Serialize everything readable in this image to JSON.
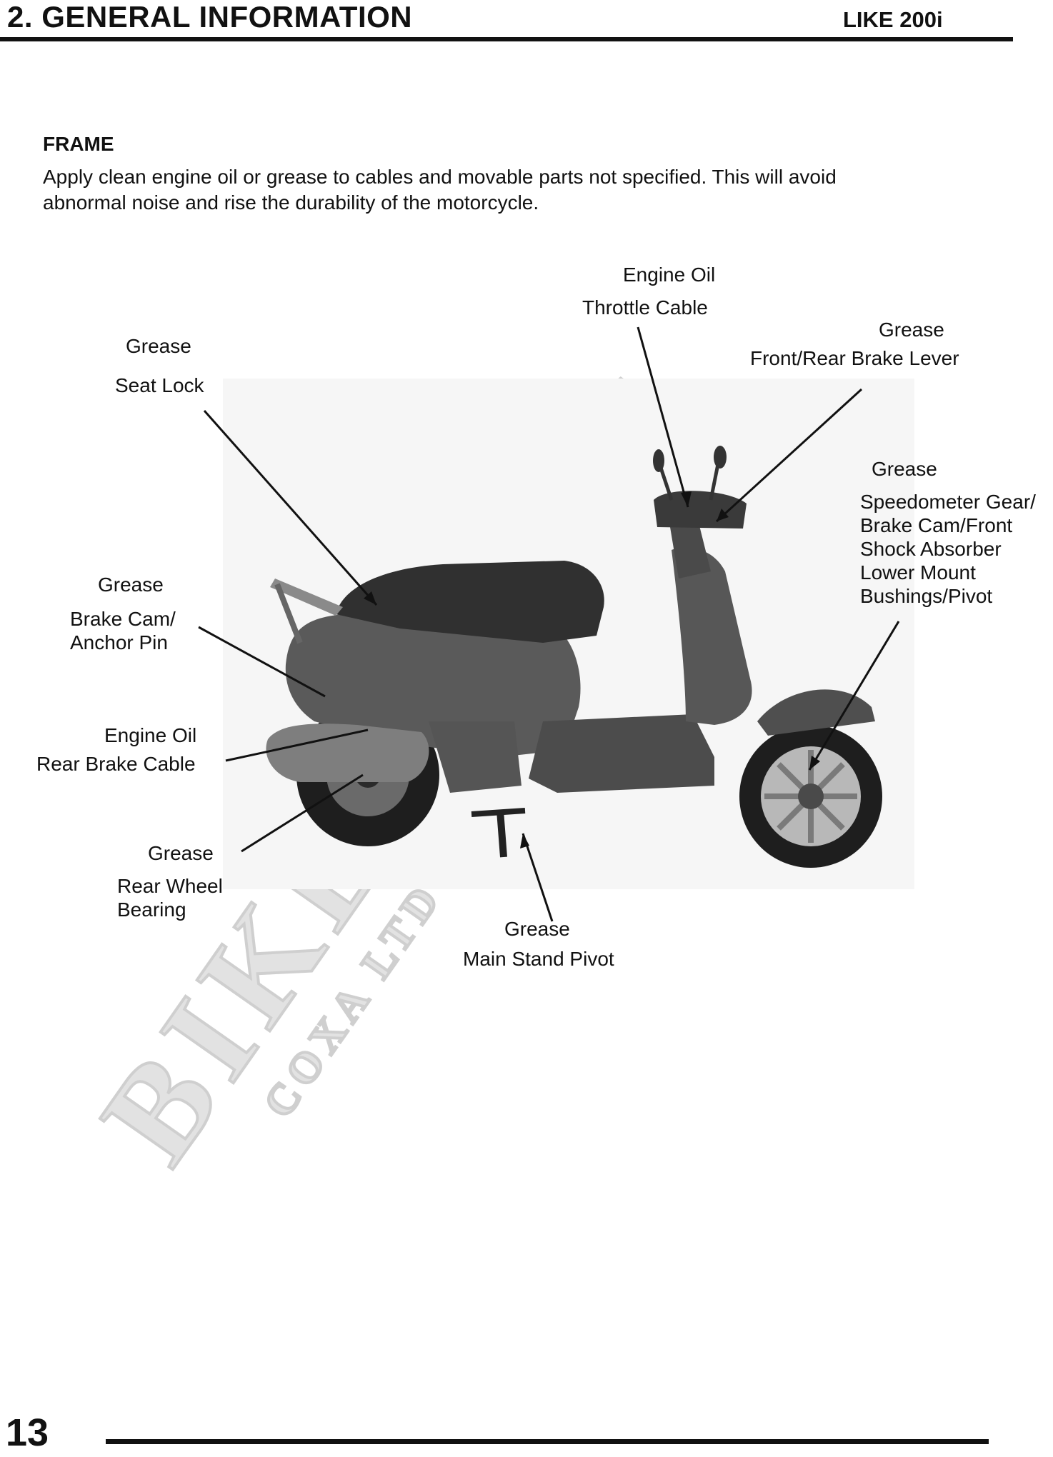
{
  "header": {
    "title": "2. GENERAL INFORMATION",
    "model": "LIKE 200i"
  },
  "section": {
    "heading": "FRAME",
    "intro_line1": "Apply clean engine oil or grease to cables and movable parts not specified.    This will avoid",
    "intro_line2": "abnormal noise and rise the durability of the motorcycle."
  },
  "labels": {
    "throttle_type": "Engine Oil",
    "throttle_part": "Throttle Cable",
    "brake_lever_type": "Grease",
    "brake_lever_part": "Front/Rear Brake Lever",
    "seat_lock_type": "Grease",
    "seat_lock_part": "Seat Lock",
    "speedo_type": "Grease",
    "speedo_part_lines": [
      "Speedometer Gear/",
      "Brake Cam/Front",
      "Shock Absorber",
      "Lower Mount",
      "Bushings/Pivot"
    ],
    "brake_cam_type": "Grease",
    "brake_cam_part_lines": [
      "Brake Cam/",
      "Anchor Pin"
    ],
    "rear_cable_type": "Engine Oil",
    "rear_cable_part": "Rear Brake Cable",
    "rear_bearing_type": "Grease",
    "rear_bearing_part_lines": [
      "Rear Wheel",
      "Bearing"
    ],
    "stand_type": "Grease",
    "stand_part": "Main Stand Pivot"
  },
  "watermark": {
    "text": "BIKE PARTS",
    "subtext": "COXA LTD"
  },
  "footer": {
    "page_number": "13"
  }
}
